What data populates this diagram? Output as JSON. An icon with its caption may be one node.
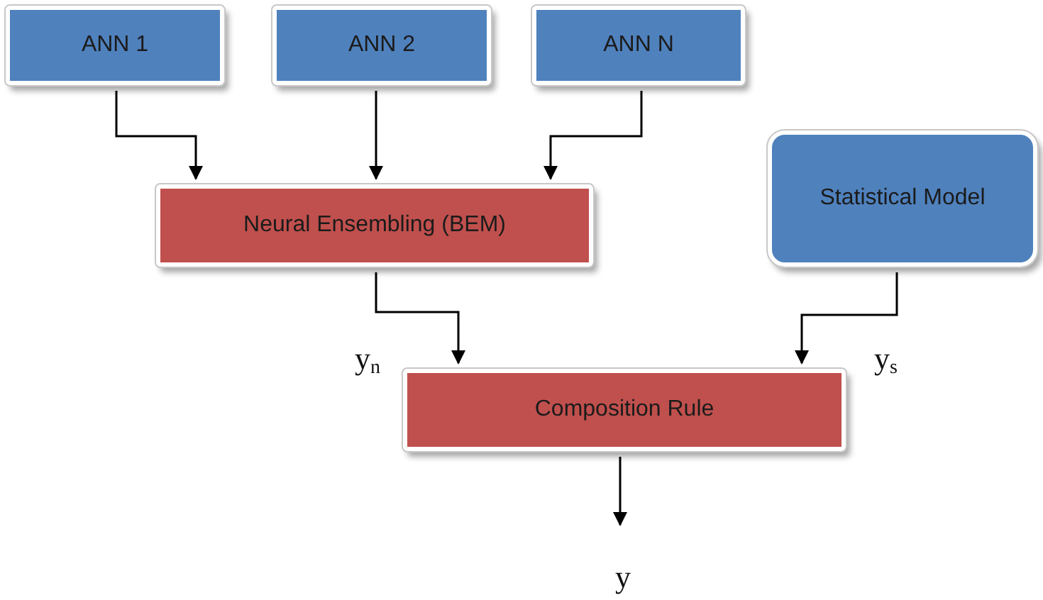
{
  "diagram": {
    "nodes": [
      {
        "text": [
          "ANN 1"
        ]
      },
      {
        "text": [
          "ANN 2"
        ]
      },
      {
        "text": [
          "ANN N"
        ]
      },
      {
        "text": [
          "Neural Ensembling (BEM)"
        ]
      },
      {
        "text": [
          "Statistical Model"
        ]
      },
      {
        "text": [
          "Composition Rule"
        ]
      },
      {
        "text": [
          "y"
        ]
      }
    ],
    "edges": [
      {
        "from": 0,
        "to": 3,
        "arrow": "to"
      },
      {
        "from": 1,
        "to": 3,
        "arrow": "to"
      },
      {
        "from": 2,
        "to": 3,
        "arrow": "to"
      },
      {
        "from": 3,
        "to": 5,
        "arrow": "to"
      },
      {
        "from": 4,
        "to": 5,
        "arrow": "to"
      },
      {
        "from": 5,
        "to": 6,
        "arrow": "to"
      }
    ],
    "labels": [
      "y$_{n}$",
      "y$_{s}$"
    ]
  }
}
